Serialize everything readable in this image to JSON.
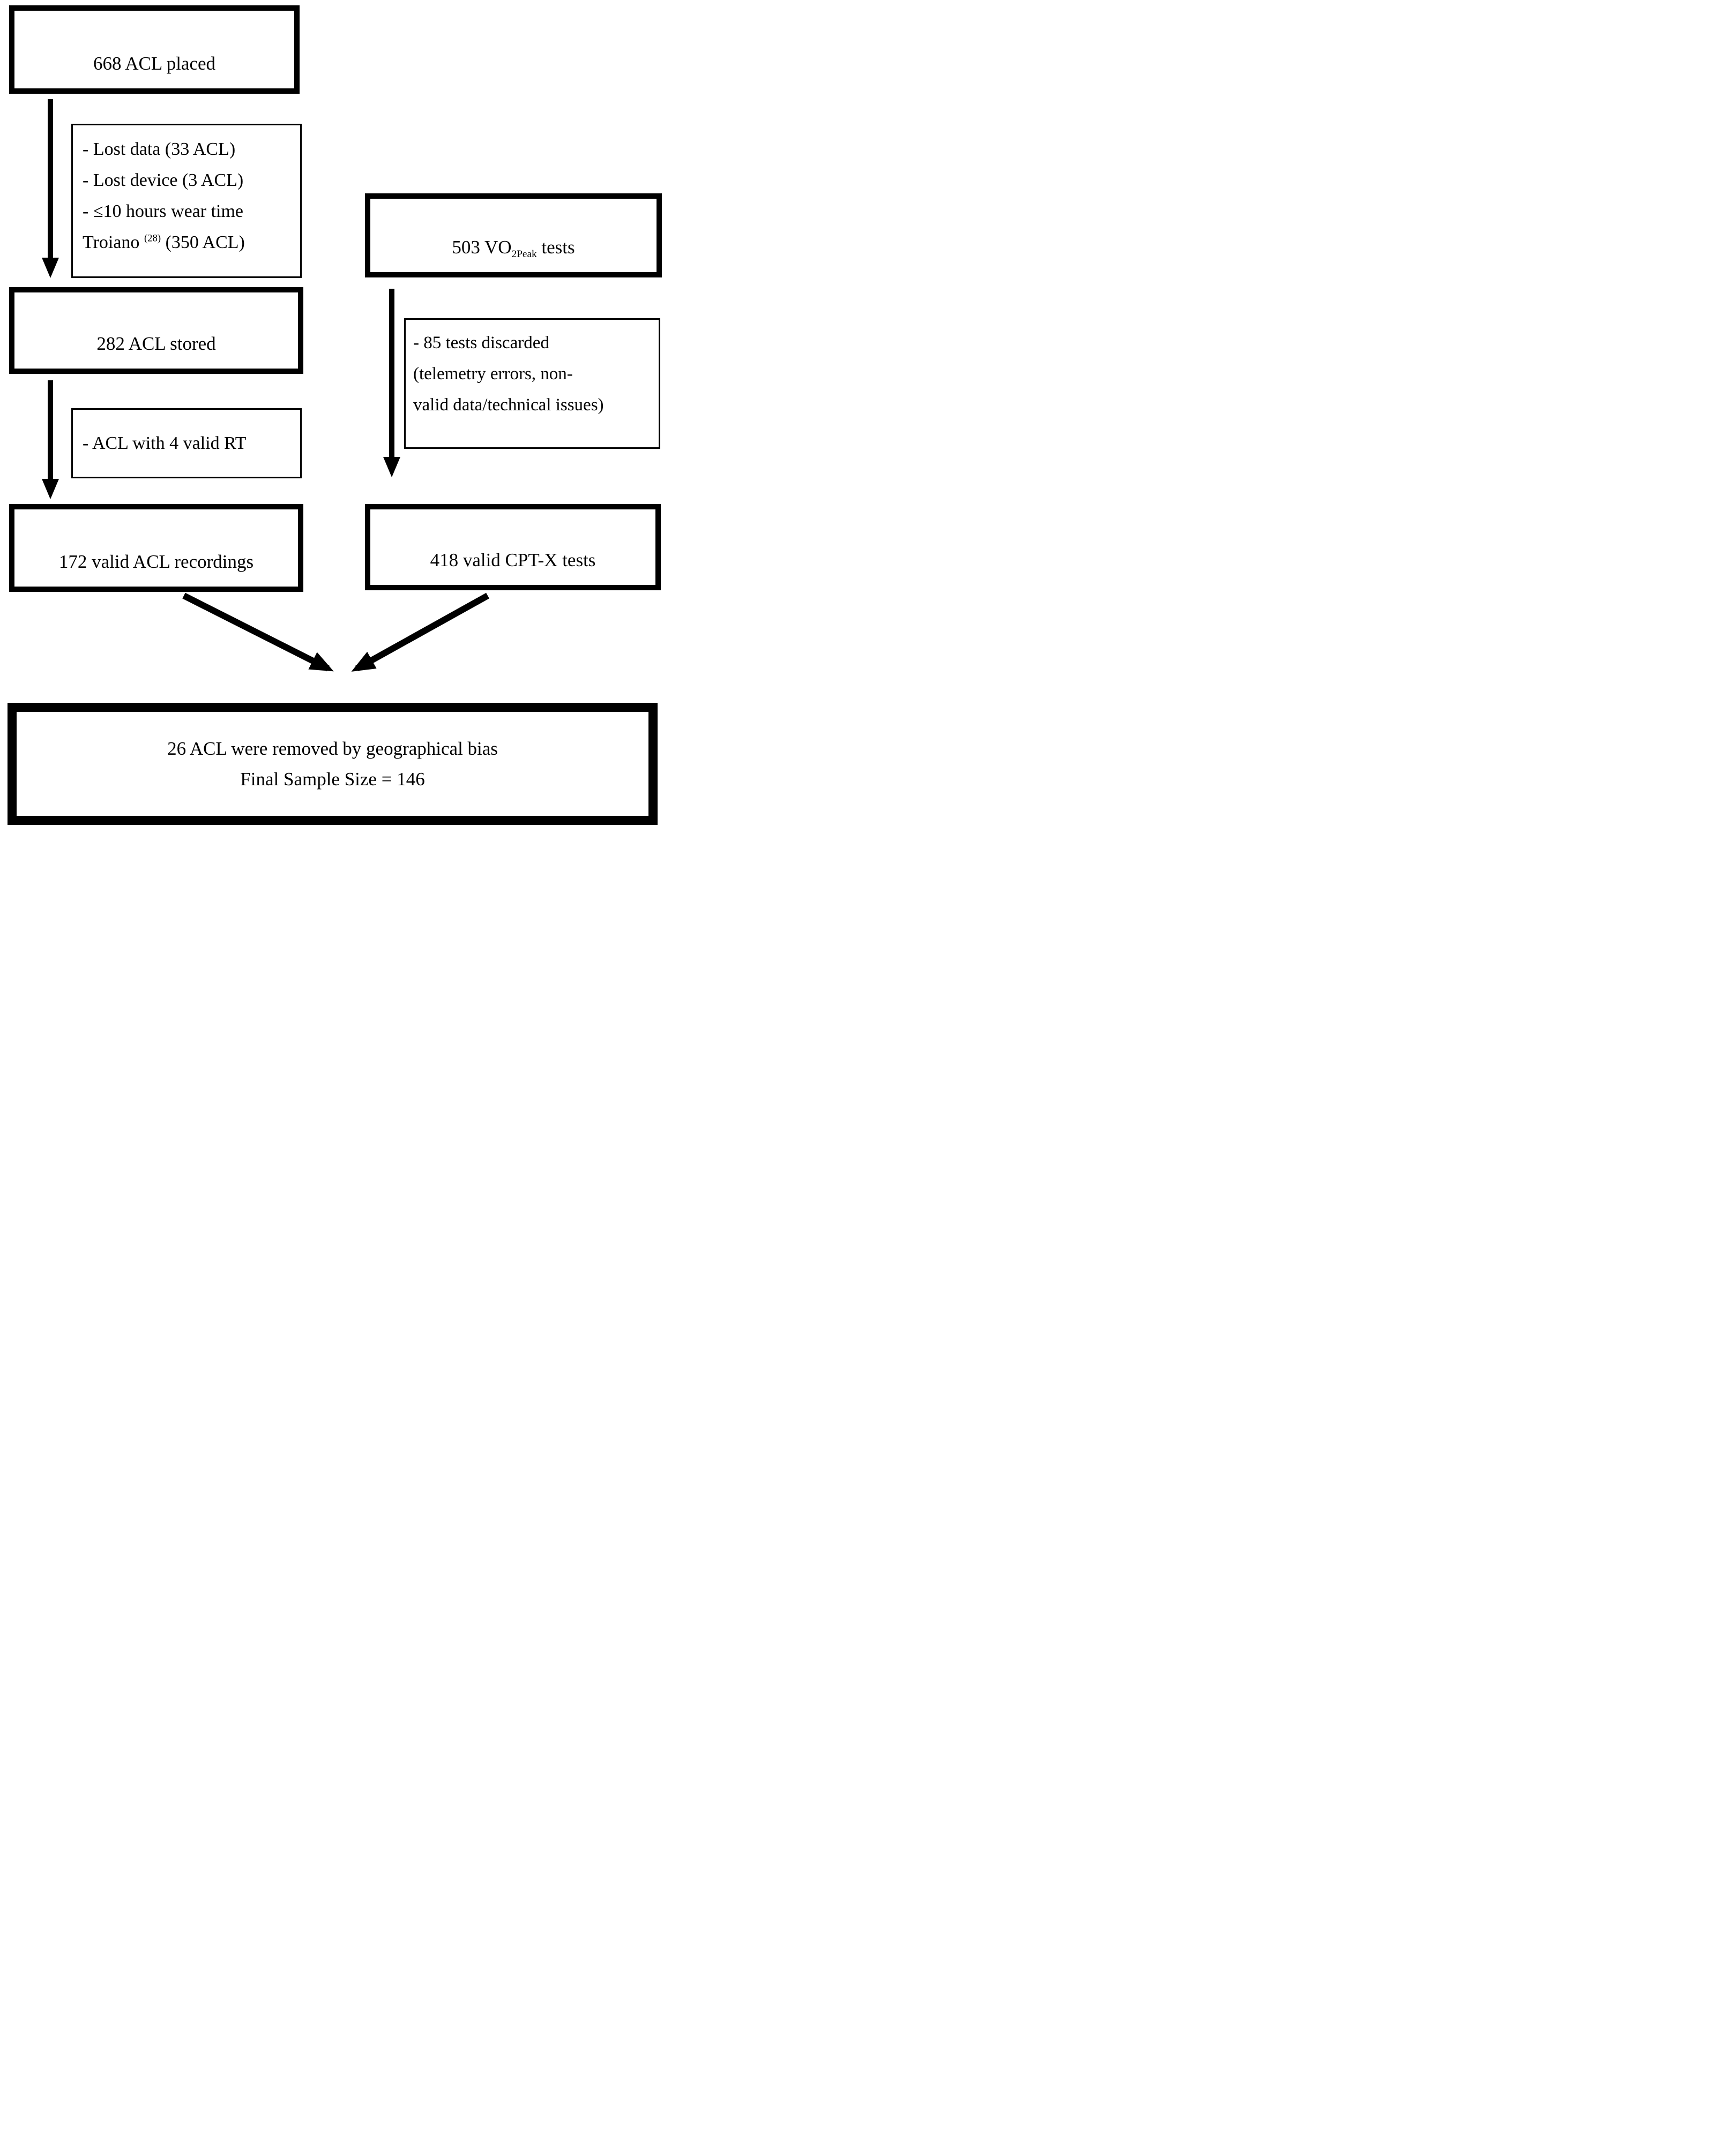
{
  "figure": {
    "boxes": {
      "acl_placed": {
        "label": "668 ACL placed"
      },
      "acl_stored": {
        "label": "282 ACL stored"
      },
      "valid_acl": {
        "label": "172 valid ACL recordings"
      },
      "vo2peak": {
        "pre": "503 VO",
        "sub": "2Peak",
        "post": " tests"
      },
      "valid_cpt": {
        "label": "418 valid CPT-X tests"
      },
      "final": {
        "line1": "26 ACL were removed by geographical bias",
        "line2": "Final Sample Size = 146"
      }
    },
    "exclusions": {
      "wear_time": {
        "lines": [
          "- Lost data (33 ACL)",
          "- Lost device (3 ACL)",
          "- ≤10 hours wear time"
        ],
        "citation": {
          "pre": "Troiano ",
          "sup": "(28)",
          "post": " (350 ACL)"
        }
      },
      "valid_rt": {
        "label": "- ACL with 4 valid RT"
      },
      "tests_discarded": {
        "lines": [
          "- 85 tests discarded",
          "(telemetry errors, non-",
          "valid data/technical issues)"
        ]
      }
    },
    "colors": {
      "ink": "#000000",
      "background": "#ffffff"
    }
  }
}
